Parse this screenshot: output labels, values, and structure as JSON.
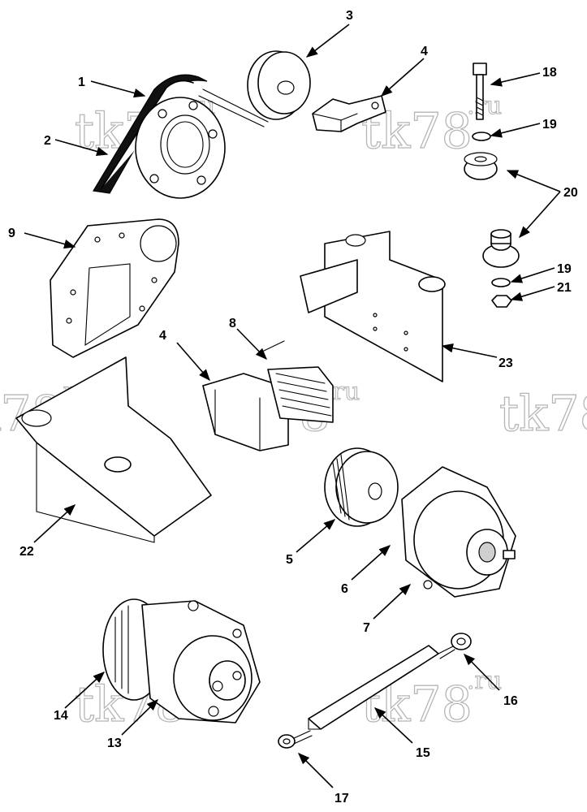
{
  "watermark": {
    "brand": "tk78",
    "domain": ".ru"
  },
  "callouts": {
    "n1": "1",
    "n2": "2",
    "n3": "3",
    "n4a": "4",
    "n4b": "4",
    "n5": "5",
    "n6": "6",
    "n7": "7",
    "n8": "8",
    "n9": "9",
    "n13": "13",
    "n14": "14",
    "n15": "15",
    "n16": "16",
    "n17": "17",
    "n18": "18",
    "n19a": "19",
    "n19b": "19",
    "n20": "20",
    "n21": "21",
    "n22": "22",
    "n23": "23"
  }
}
